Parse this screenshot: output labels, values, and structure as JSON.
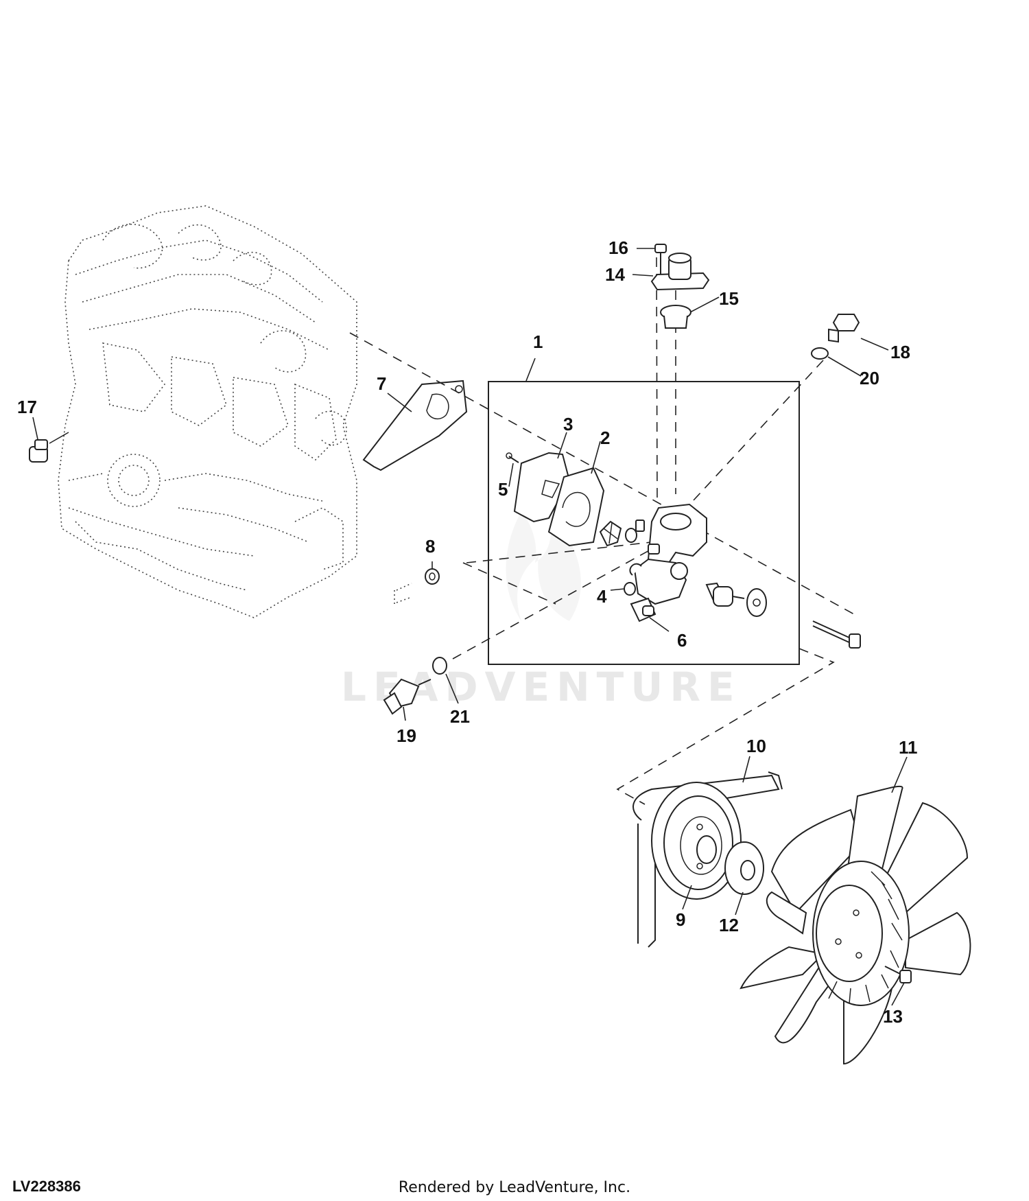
{
  "diagram": {
    "figure_id": "LV228386",
    "footer_text": "Rendered by LeadVenture, Inc.",
    "watermark_text": "LEADVENTURE",
    "callouts": [
      "1",
      "2",
      "3",
      "4",
      "5",
      "6",
      "7",
      "8",
      "9",
      "10",
      "11",
      "12",
      "13",
      "14",
      "15",
      "16",
      "17",
      "18",
      "19",
      "20",
      "21"
    ]
  }
}
